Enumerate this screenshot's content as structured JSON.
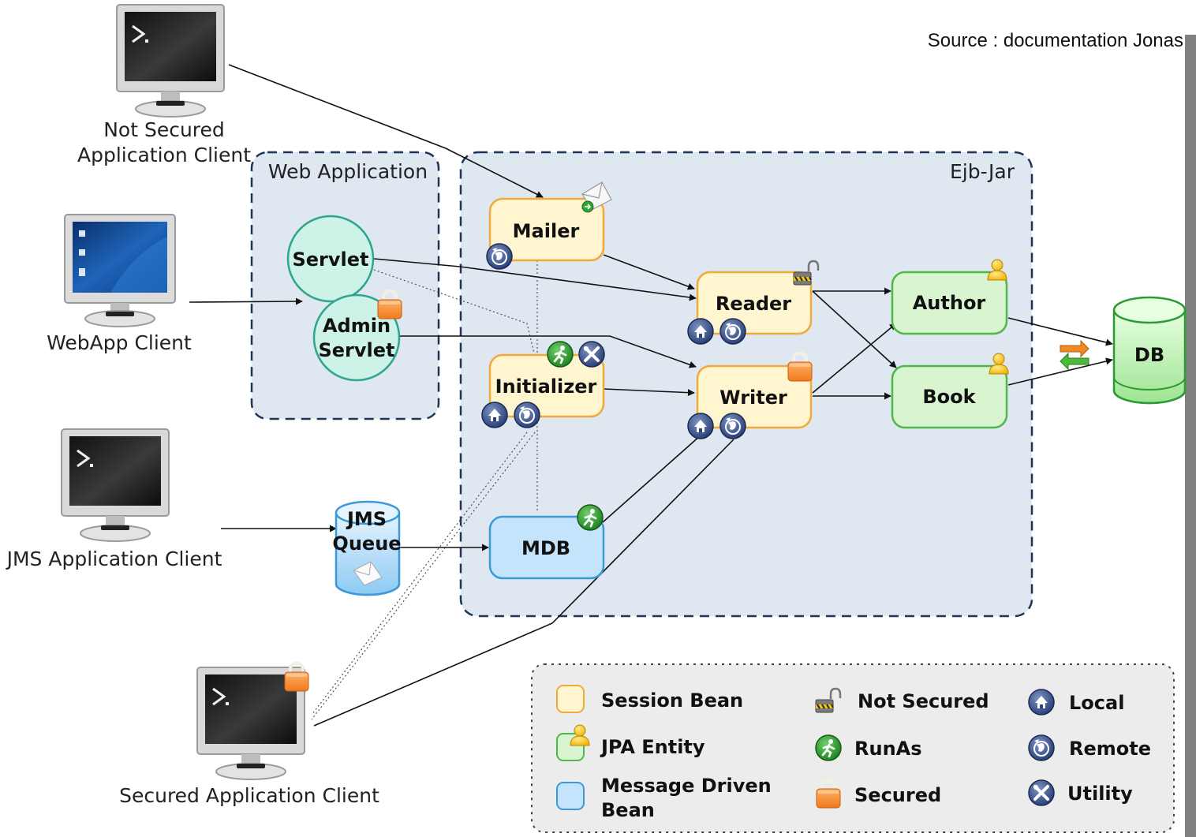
{
  "source": "Source : documentation Jonas",
  "containers": {
    "web_application": "Web Application",
    "ejb_jar": "Ejb-Jar"
  },
  "clients": {
    "not_secured_line1": "Not Secured",
    "not_secured_line2": "Application Client",
    "webapp": "WebApp Client",
    "jms": "JMS Application Client",
    "secured": "Secured Application Client"
  },
  "web_components": {
    "servlet": "Servlet",
    "admin_servlet_line1": "Admin",
    "admin_servlet_line2": "Servlet"
  },
  "queue": {
    "line1": "JMS",
    "line2": "Queue"
  },
  "beans": {
    "mailer": "Mailer",
    "initializer": "Initializer",
    "mdb": "MDB",
    "reader": "Reader",
    "writer": "Writer",
    "author": "Author",
    "book": "Book"
  },
  "database": "DB",
  "legend": {
    "session_bean": "Session Bean",
    "jpa_entity": "JPA Entity",
    "mdb_line1": "Message Driven",
    "mdb_line2": "Bean",
    "not_secured": "Not Secured",
    "runas": "RunAs",
    "secured": "Secured",
    "local": "Local",
    "remote": "Remote",
    "utility": "Utility"
  },
  "colors": {
    "session_bean_fill": "#fff6cf",
    "session_bean_stroke": "#f2a93b",
    "entity_fill": "#d8f5d0",
    "entity_stroke": "#4fb848",
    "mdb_fill": "#c4e4fb",
    "mdb_stroke": "#3a9ad9",
    "servlet_fill": "#cdf3e8",
    "servlet_stroke": "#2fa58c",
    "container_fill": "#dfe7f1",
    "container_stroke": "#1d3557",
    "legend_fill": "#ececec"
  },
  "icons": [
    "terminal-monitor-icon",
    "desktop-monitor-icon",
    "envelope-icon",
    "lock-icon",
    "open-lock-icon",
    "person-icon",
    "runas-icon",
    "local-house-icon",
    "remote-globe-icon",
    "utility-tools-icon",
    "sync-arrows-icon"
  ]
}
